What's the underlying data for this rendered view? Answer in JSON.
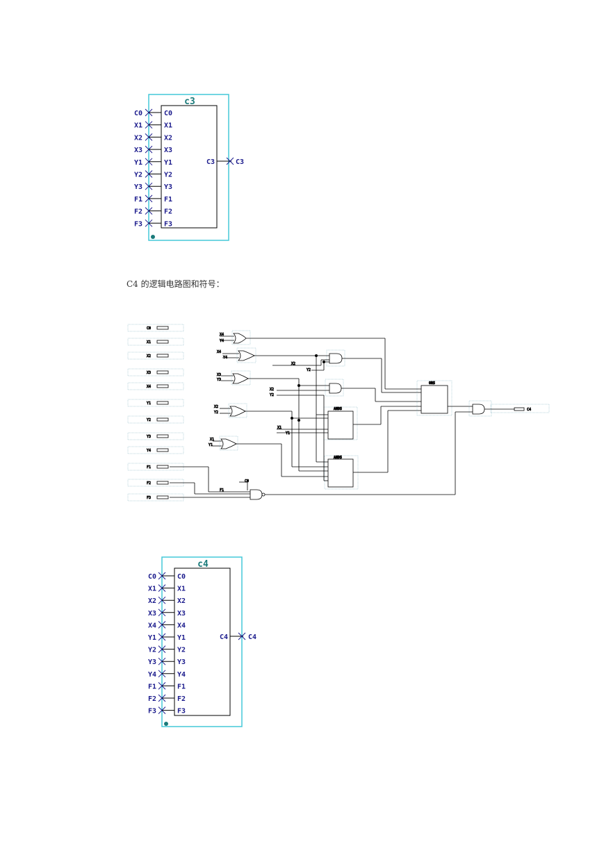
{
  "symbol_c3": {
    "title": "c3",
    "inputs": [
      "C0",
      "X1",
      "X2",
      "X3",
      "Y1",
      "Y2",
      "Y3",
      "F1",
      "F2",
      "F3"
    ],
    "output": "C3"
  },
  "caption": "C4 的逻辑电路图和符号：",
  "schematic": {
    "input_labels": [
      "C0",
      "X1",
      "X2",
      "X3",
      "X4",
      "Y1",
      "Y2",
      "Y3",
      "Y4",
      "F1",
      "F2",
      "F3"
    ],
    "output_label": "C4",
    "or_gate_1": {
      "a": "X4",
      "b": "Y4"
    },
    "or_gate_2": {
      "a": "X4",
      "b": "Y4"
    },
    "or_gate_3": {
      "a": "X3",
      "b": "Y3"
    },
    "or_gate_4": {
      "a": "X2",
      "b": "Y2"
    },
    "or_gate_5": {
      "a": "X1",
      "b": "Y1"
    },
    "and3_inputs": {
      "x": "X2",
      "y": "Y2"
    },
    "and2b_inputs": {
      "x": "X2",
      "y": "Y2"
    },
    "and5_a_inputs": {
      "x": "X1",
      "y": "Y1"
    },
    "nand_inputs": {
      "c": "C0",
      "f": "F1"
    },
    "and5_name": "AND5",
    "or5_name": "OR5"
  },
  "symbol_c4": {
    "title": "c4",
    "inputs": [
      "C0",
      "X1",
      "X2",
      "X3",
      "X4",
      "Y1",
      "Y2",
      "Y3",
      "Y4",
      "F1",
      "F2",
      "F3"
    ],
    "output": "C4"
  }
}
